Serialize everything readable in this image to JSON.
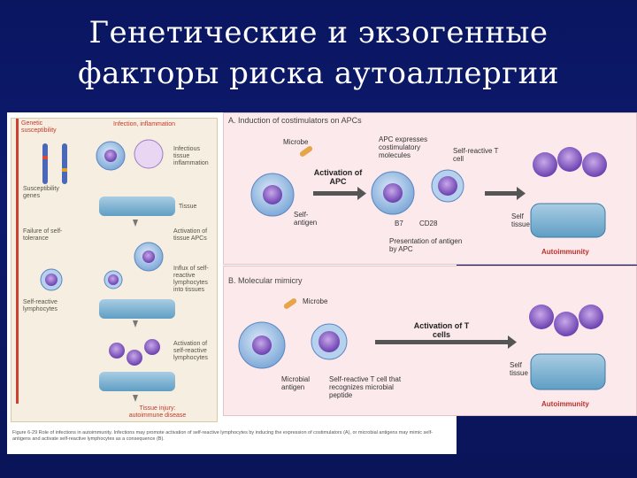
{
  "slide": {
    "title_line1": "Генетические и экзогенные",
    "title_line2": "факторы риска аутоаллергии"
  },
  "left_figure": {
    "genetic_susceptibility": "Genetic susceptibility",
    "infection_inflammation": "Infection, inflammation",
    "infectious_tissue_inflammation": "Infectious tissue inflammation",
    "susceptibility_genes": "Susceptibility genes",
    "tissue": "Tissue",
    "failure_self_tolerance": "Failure of self-tolerance",
    "activation_tissue_apcs": "Activation of tissue APCs",
    "influx_lymphocytes": "Influx of self-reactive lymphocytes into tissues",
    "self_reactive_lymphocytes": "Self-reactive lymphocytes",
    "activation_effector": "Activation of self-reactive lymphocytes",
    "tissue_injury_line1": "Tissue injury:",
    "tissue_injury_line2": "autoimmune disease"
  },
  "caption": "Figure 6-29 Role of infections in autoimmunity. Infections may promote activation of self-reactive lymphocytes by inducing the expression of costimulators (A), or microbial antigens may mimic self-antigens and activate self-reactive lymphocytes as a consequence (B).",
  "panel_a": {
    "title": "A. Induction of costimulators on APCs",
    "microbe": "Microbe",
    "self_antigen": "Self-antigen",
    "activation_apc": "Activation of APC",
    "apc_expresses": "APC expresses costimulatory molecules",
    "self_reactive_t": "Self-reactive T cell",
    "b7": "B7",
    "cd28": "CD28",
    "presentation": "Presentation of antigen by APC",
    "self_tissue": "Self tissue",
    "autoimmunity": "Autoimmunity"
  },
  "panel_b": {
    "title": "B. Molecular mimicry",
    "microbe": "Microbe",
    "activation_t": "Activation of T cells",
    "microbial_antigen": "Microbial antigen",
    "self_reactive_t": "Self-reactive T cell that recognizes microbial peptide",
    "self_tissue": "Self tissue",
    "autoimmunity": "Autoimmunity"
  }
}
